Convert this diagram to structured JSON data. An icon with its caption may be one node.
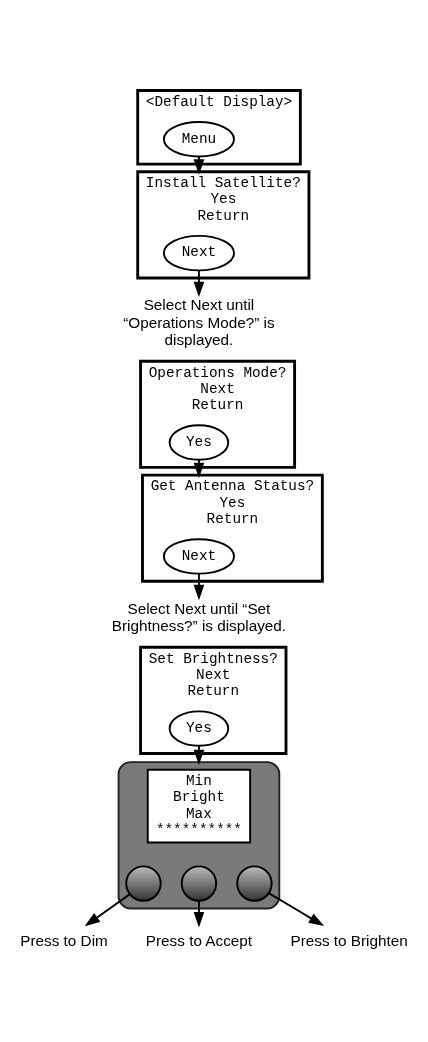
{
  "diagram": {
    "nodes": [
      {
        "text": [
          "<Default Display>"
        ]
      },
      {
        "text": [
          "Menu"
        ],
        "in": 0
      },
      {
        "text": [
          "Install Satellite?",
          "Yes",
          "Return"
        ]
      },
      {
        "text": [
          "Next"
        ],
        "in": 2
      },
      {
        "text": [
          "Select Next until “Operations Mode?” is displayed."
        ]
      },
      {
        "text": [
          "Operations Mode?",
          "Next",
          "Return"
        ]
      },
      {
        "text": [
          "Yes"
        ],
        "in": 5
      },
      {
        "text": [
          "Get Antenna Status?",
          "Yes",
          "Return"
        ]
      },
      {
        "text": [
          "Next"
        ],
        "in": 7
      },
      {
        "text": [
          "Select Next until “Set Brightness?” is displayed."
        ]
      },
      {
        "text": [
          "Set Brightness?",
          "Next",
          "Return"
        ]
      },
      {
        "text": [
          "Yes"
        ],
        "in": 10
      },
      {
        "text": [],
        "shape": "box"
      },
      {
        "text": [
          "Min",
          "Bright",
          "Max",
          "**********"
        ],
        "in": 12
      },
      {
        "text": [],
        "shape": "circle",
        "in": 12
      },
      {
        "text": [],
        "shape": "circle",
        "in": 12
      },
      {
        "text": [],
        "shape": "circle",
        "in": 12
      },
      {
        "text": [
          "Press to Dim"
        ]
      },
      {
        "text": [
          "Press to Accept"
        ]
      },
      {
        "text": [
          "Press to Brighten"
        ]
      }
    ],
    "edges": [
      {
        "from": 1,
        "to": 2,
        "arrow": "to"
      },
      {
        "from": 3,
        "to": 4,
        "arrow": "to"
      },
      {
        "from": 6,
        "to": 7,
        "arrow": "to"
      },
      {
        "from": 8,
        "to": 9,
        "arrow": "to"
      },
      {
        "from": 11,
        "to": 12,
        "arrow": "to"
      },
      {
        "from": 14,
        "to": 17,
        "arrow": "to"
      },
      {
        "from": 15,
        "to": 18,
        "arrow": "to"
      },
      {
        "from": 16,
        "to": 19,
        "arrow": "to"
      }
    ]
  }
}
